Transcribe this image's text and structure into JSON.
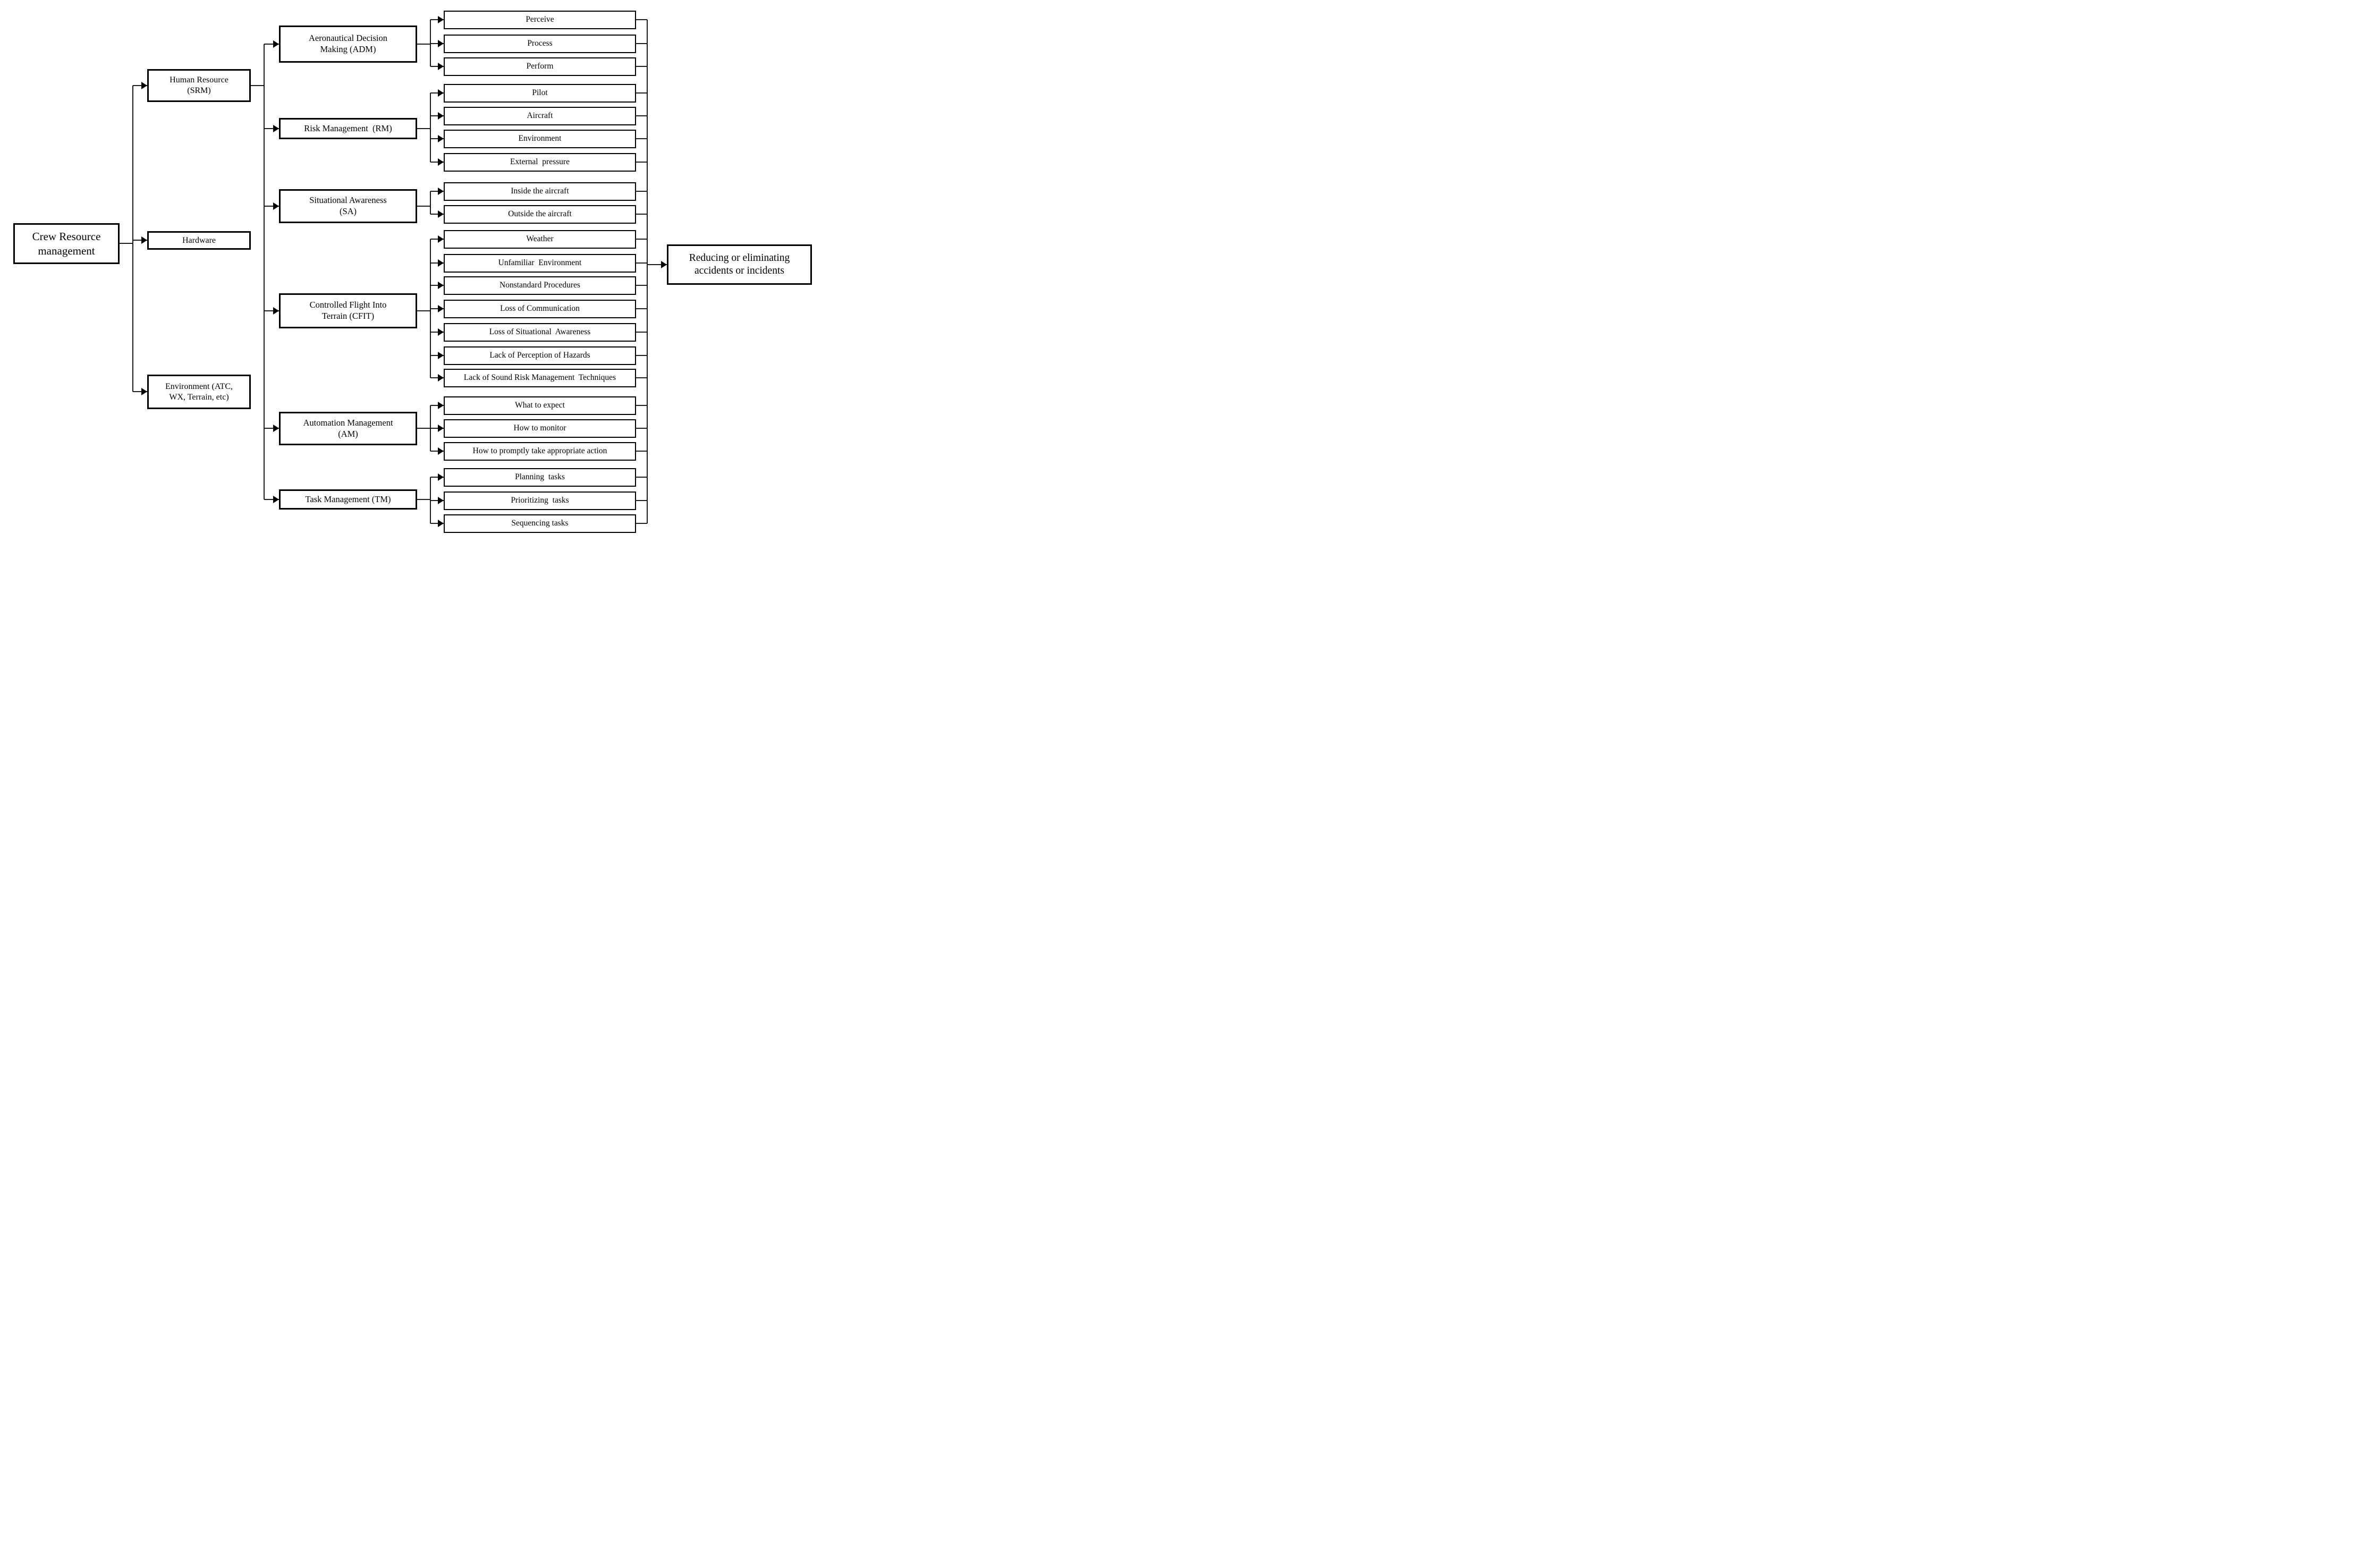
{
  "diagram": {
    "root": {
      "label": "Crew Resource\nmanagement"
    },
    "resources": [
      {
        "label": "Human Resource\n(SRM)"
      },
      {
        "label": "Hardware"
      },
      {
        "label": "Environment (ATC,\nWX, Terrain, etc)"
      }
    ],
    "categories": [
      {
        "label": "Aeronautical Decision\nMaking (ADM)",
        "children": [
          "Perceive",
          "Process",
          "Perform"
        ]
      },
      {
        "label": "Risk Management  (RM)",
        "children": [
          "Pilot",
          "Aircraft",
          "Environment",
          "External  pressure"
        ]
      },
      {
        "label": "Situational Awareness\n(SA)",
        "children": [
          "Inside the aircraft",
          "Outside the aircraft"
        ]
      },
      {
        "label": "Controlled Flight Into\nTerrain (CFIT)",
        "children": [
          "Weather",
          "Unfamiliar  Environment",
          "Nonstandard Procedures",
          "Loss of Communication",
          "Loss of Situational  Awareness",
          "Lack of Perception of Hazards",
          "Lack of Sound Risk Management  Techniques"
        ]
      },
      {
        "label": "Automation Management\n(AM)",
        "children": [
          "What to expect",
          "How to monitor",
          "How to promptly take appropriate action"
        ]
      },
      {
        "label": "Task Management (TM)",
        "children": [
          "Planning  tasks",
          "Prioritizing  tasks",
          "Sequencing tasks"
        ]
      }
    ],
    "outcome": {
      "label": "Reducing or eliminating\naccidents or incidents"
    },
    "colors": {
      "line": "#000000",
      "text": "#000000",
      "background": "#ffffff"
    }
  }
}
